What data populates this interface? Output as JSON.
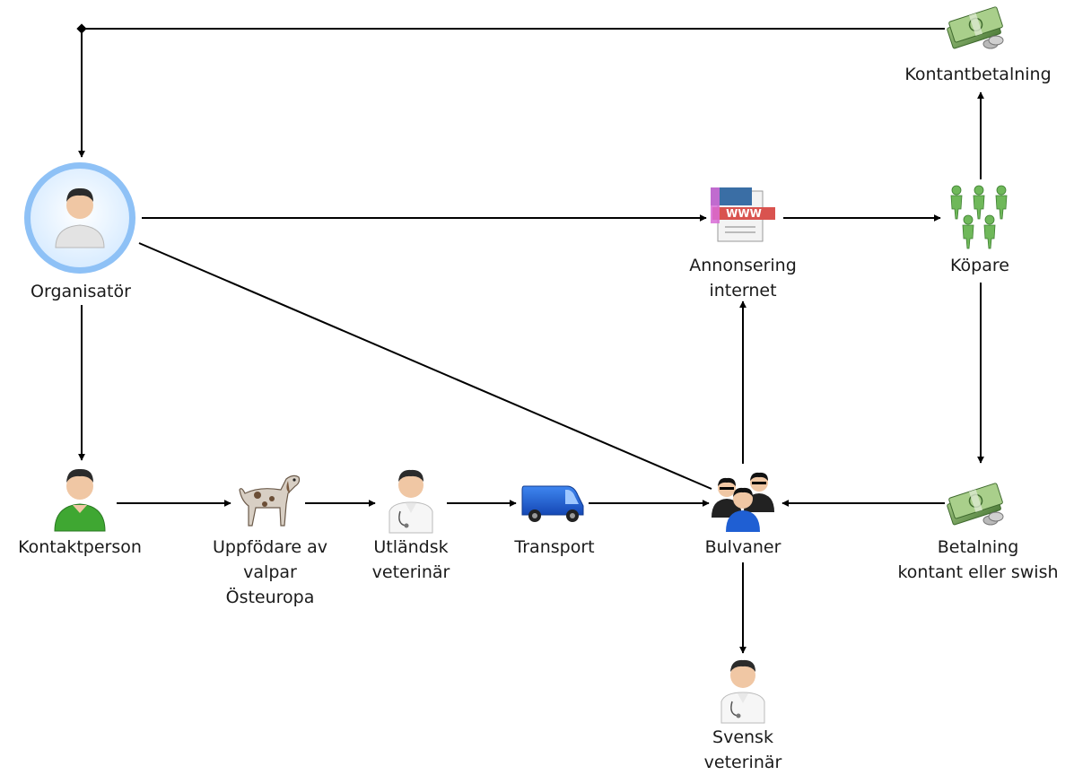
{
  "nodes": {
    "kontantbetalning": {
      "label": [
        "Kontantbetalning"
      ],
      "icon": "money-stack-icon"
    },
    "organisator": {
      "label": [
        "Organisatör"
      ],
      "icon": "person-icon"
    },
    "annonsering": {
      "label": [
        "Annonsering",
        "internet"
      ],
      "icon": "web-page-icon"
    },
    "kopare": {
      "label": [
        "Köpare"
      ],
      "icon": "group-icon"
    },
    "kontaktperson": {
      "label": [
        "Kontaktperson"
      ],
      "icon": "person-icon"
    },
    "uppfodare": {
      "label": [
        "Uppfödare av",
        "valpar",
        "Östeuropa"
      ],
      "icon": "dog-icon"
    },
    "utlandsk_veterinar": {
      "label": [
        "Utländsk",
        "veterinär"
      ],
      "icon": "doctor-icon"
    },
    "transport": {
      "label": [
        "Transport"
      ],
      "icon": "van-icon"
    },
    "bulvaner": {
      "label": [
        "Bulvaner"
      ],
      "icon": "group-icon"
    },
    "betalning": {
      "label": [
        "Betalning",
        "kontant eller swish"
      ],
      "icon": "money-stack-icon"
    },
    "svensk_veterinar": {
      "label": [
        "Svensk",
        "veterinär"
      ],
      "icon": "doctor-icon"
    }
  },
  "edges": [
    {
      "from": "kontantbetalning",
      "to": "organisator",
      "routing": "via top-left junction"
    },
    {
      "from": "organisator",
      "to": "annonsering"
    },
    {
      "from": "annonsering",
      "to": "kopare"
    },
    {
      "from": "kopare",
      "to": "kontantbetalning"
    },
    {
      "from": "kopare",
      "to": "betalning"
    },
    {
      "from": "betalning",
      "to": "bulvaner"
    },
    {
      "from": "bulvaner",
      "to": "annonsering"
    },
    {
      "from": "bulvaner",
      "to": "svensk_veterinar"
    },
    {
      "from": "organisator",
      "to": "bulvaner",
      "arrow": "none"
    },
    {
      "from": "organisator",
      "to": "kontaktperson"
    },
    {
      "from": "kontaktperson",
      "to": "uppfodare"
    },
    {
      "from": "uppfodare",
      "to": "utlandsk_veterinar"
    },
    {
      "from": "utlandsk_veterinar",
      "to": "transport"
    },
    {
      "from": "transport",
      "to": "bulvaner"
    }
  ],
  "colors": {
    "line": "#000000",
    "organisator_ring": "#8ec1f6",
    "money_green": "#6e9b55",
    "van_blue": "#1f5fd3",
    "people_green": "#6fb85a"
  }
}
